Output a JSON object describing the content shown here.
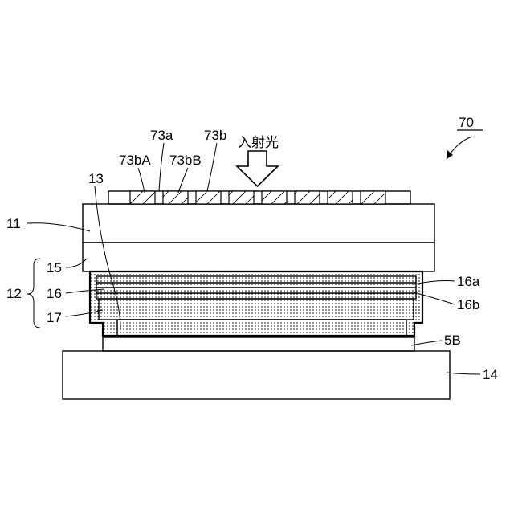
{
  "figure": {
    "number": "70",
    "incident_light": "入射光"
  },
  "labels": {
    "l73a": "73a",
    "l73b": "73b",
    "l73bA": "73bA",
    "l73bB": "73bB",
    "l13": "13",
    "l11": "11",
    "l15": "15",
    "l12": "12",
    "l16": "16",
    "l17": "17",
    "l16a": "16a",
    "l16b": "16b",
    "l5B": "5B",
    "l14": "14"
  }
}
